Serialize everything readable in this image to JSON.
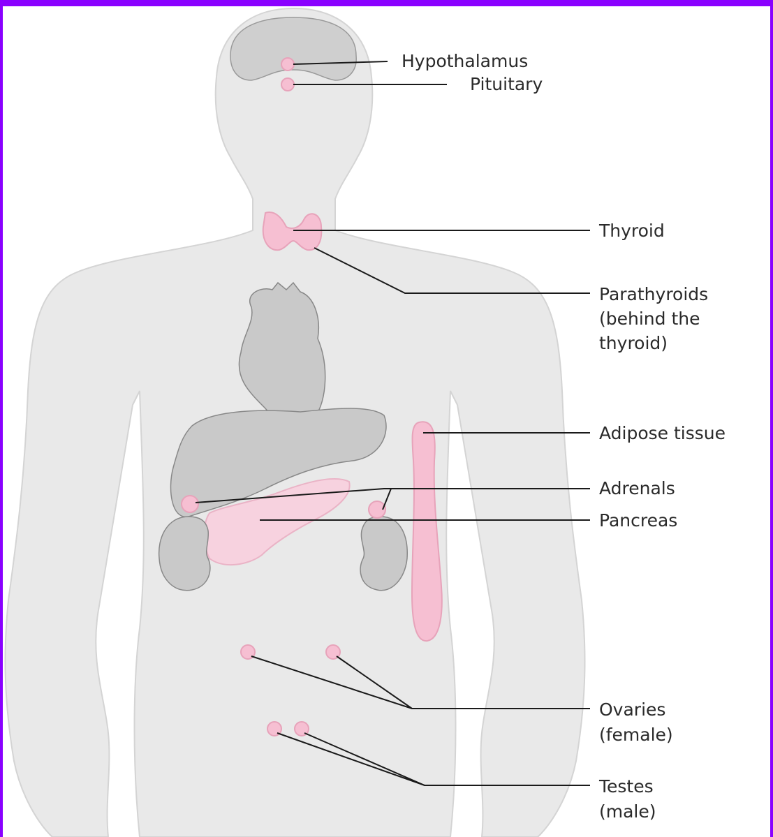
{
  "colors": {
    "frame": "#8a00ff",
    "body_fill": "#e9e9e9",
    "body_stroke": "#d0d0d0",
    "organ_fill": "#c9c9c9",
    "organ_stroke": "#888888",
    "gland_fill": "#f6bfd2",
    "gland_stroke": "#e7a3ba",
    "leader": "#1a1a1a"
  },
  "labels": {
    "hypothalamus": "Hypothalamus",
    "pituitary": "Pituitary",
    "thyroid": "Thyroid",
    "parathyroids_1": "Parathyroids",
    "parathyroids_2": "(behind the",
    "parathyroids_3": "thyroid)",
    "adipose": "Adipose tissue",
    "adrenals": "Adrenals",
    "pancreas": "Pancreas",
    "ovaries_1": "Ovaries",
    "ovaries_2": "(female)",
    "testes_1": "Testes",
    "testes_2": "(male)"
  }
}
